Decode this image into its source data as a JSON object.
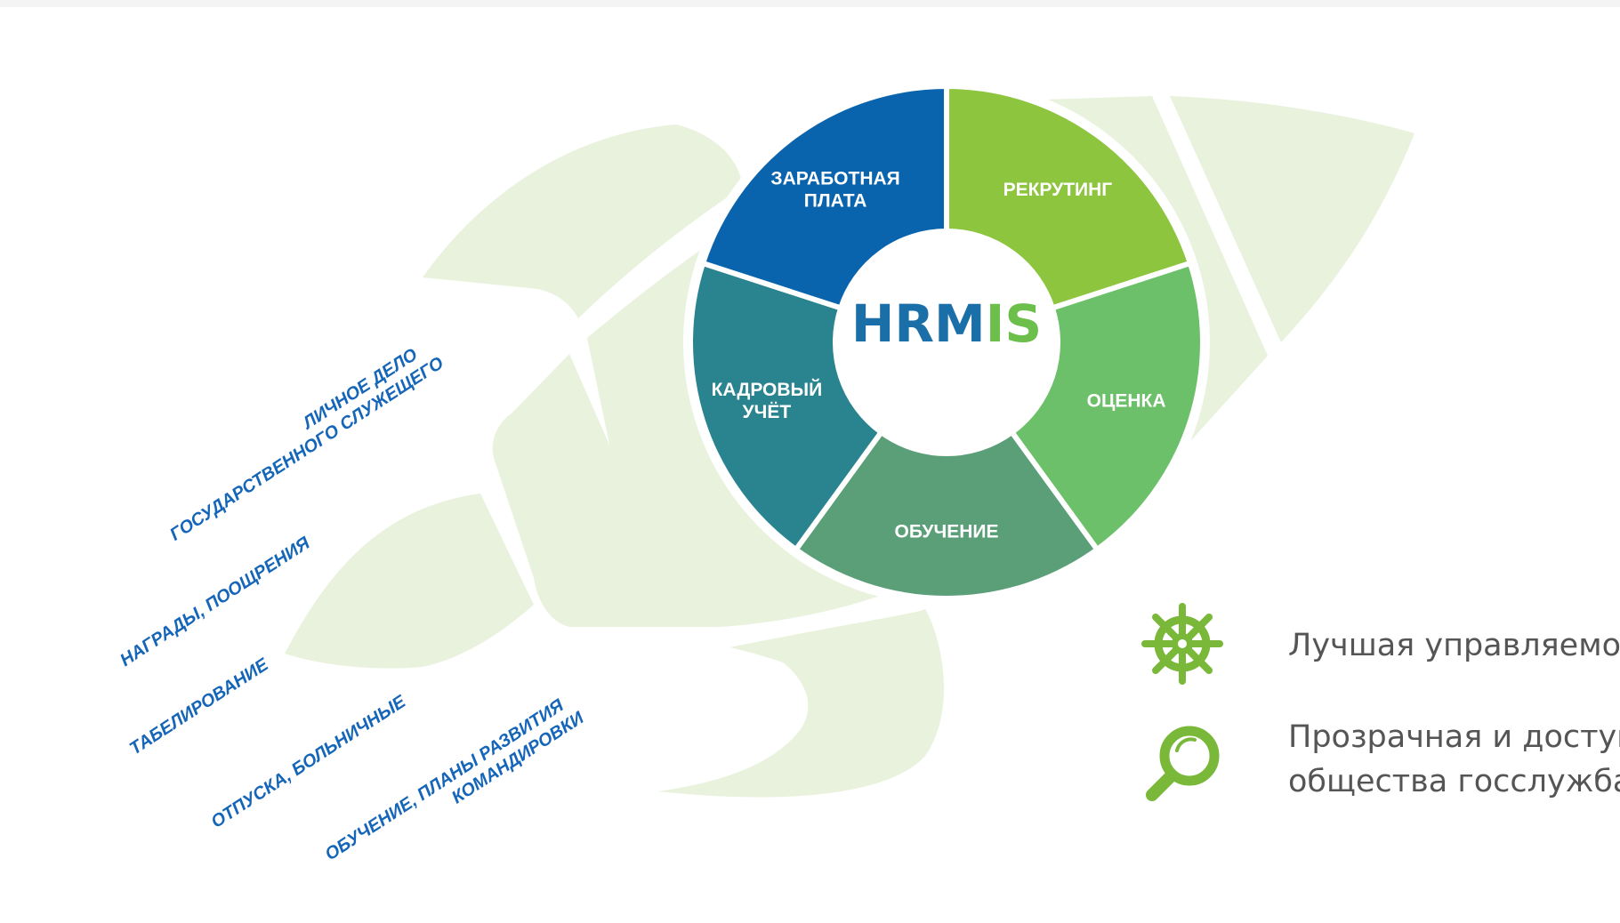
{
  "diagram": {
    "center": {
      "part1": "HRM",
      "part2": "IS"
    },
    "colors": {
      "leaf": "#e8f2dc",
      "blue": "#0a63ad",
      "teal_dark": "#29848f",
      "teal_green": "#5b9f78",
      "green_mid": "#6cc06a",
      "green_light": "#8dc53f",
      "accent_icon": "#7ab83a",
      "text_blue": "#1565b8",
      "center_blue": "#1a6fa8",
      "center_green": "#6cbf4a"
    },
    "segments": [
      {
        "line1": "РЕКРУТИНГ",
        "line2": ""
      },
      {
        "line1": "ОЦЕНКА",
        "line2": ""
      },
      {
        "line1": "ОБУЧЕНИЕ",
        "line2": ""
      },
      {
        "line1": "КАДРОВЫЙ",
        "line2": "УЧЁТ"
      },
      {
        "line1": "ЗАРАБОТНАЯ",
        "line2": "ПЛАТА"
      }
    ],
    "side_labels": [
      {
        "line1": "ЛИЧНОЕ ДЕЛО",
        "line2": "ГОСУДАРСТВЕННОГО СЛУЖЕЩЕГО"
      },
      {
        "line1": "НАГРАДЫ, ПООЩРЕНИЯ",
        "line2": ""
      },
      {
        "line1": "ТАБЕЛИРОВАНИЕ",
        "line2": ""
      },
      {
        "line1": "ОТПУСКА, БОЛЬНИЧНЫЕ",
        "line2": ""
      },
      {
        "line1": "ОБУЧЕНИЕ, ПЛАНЫ РАЗВИТИЯ",
        "line2": "КОМАНДИРОВКИ"
      }
    ]
  },
  "benefits": [
    {
      "icon": "helm-wheel-icon",
      "line1": "Лучшая управляемос",
      "line2": ""
    },
    {
      "icon": "magnifier-icon",
      "line1": "Прозрачная и доступ",
      "line2": "общества госслужба"
    }
  ]
}
